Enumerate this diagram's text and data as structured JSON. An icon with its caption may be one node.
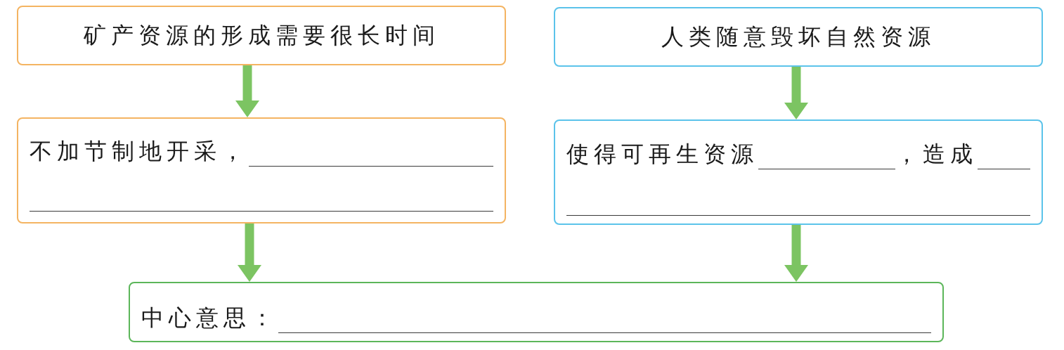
{
  "diagram": {
    "nodes": [
      {
        "text": [
          "矿产资源的形成需要很长时间"
        ]
      },
      {
        "text": [
          "人类随意毁坏自然资源"
        ]
      },
      {
        "text": [
          "不加节制地开采，"
        ]
      },
      {
        "text": [
          "使得可再生资源",
          "，造成"
        ]
      },
      {
        "text": [
          "中心意思："
        ]
      }
    ],
    "edges": [
      {
        "from": 0,
        "to": 2,
        "arrow": "to"
      },
      {
        "from": 1,
        "to": 3,
        "arrow": "to"
      },
      {
        "from": 2,
        "to": 4,
        "arrow": "to"
      },
      {
        "from": 3,
        "to": 4,
        "arrow": "to"
      }
    ]
  }
}
